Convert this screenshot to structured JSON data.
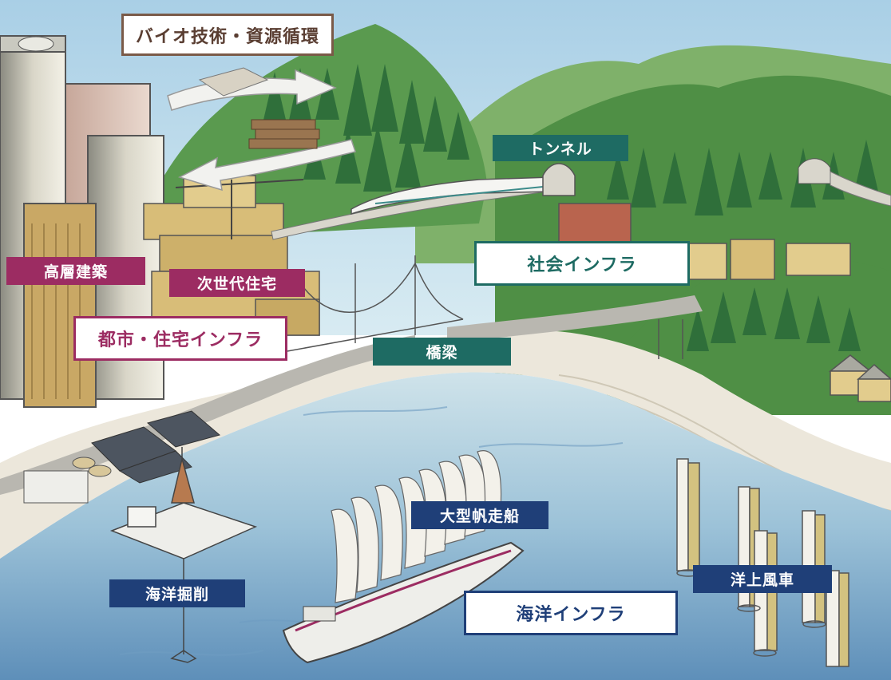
{
  "labels": {
    "bio": "バイオ技術・資源循環",
    "tunnel": "トンネル",
    "social": "社会インフラ",
    "highrise": "高層建築",
    "nextgen": "次世代住宅",
    "urban": "都市・住宅インフラ",
    "bridge": "橋梁",
    "sailship": "大型帆走船",
    "drilling": "海洋掘削",
    "windmill": "洋上風車",
    "ocean": "海洋インフラ"
  },
  "colors": {
    "teal": "#1e6b63",
    "magenta": "#9c2c62",
    "navy": "#1f3f78",
    "brown": "#7a5a48"
  }
}
